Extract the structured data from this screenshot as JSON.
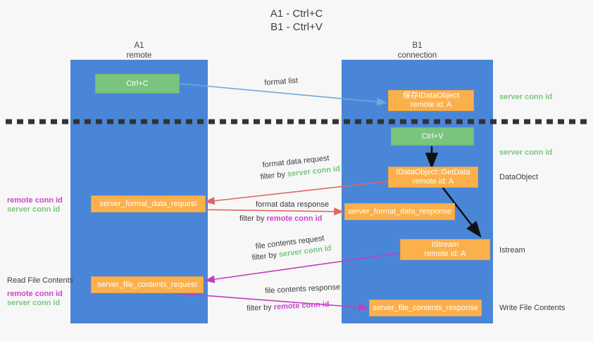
{
  "title": {
    "line1": "A1 - Ctrl+C",
    "line2": "B1 - Ctrl+V"
  },
  "lanes": [
    {
      "name": "A1",
      "sub": "remote"
    },
    {
      "name": "B1",
      "sub": "connection"
    }
  ],
  "colors": {
    "lane": "#4a86d8",
    "green_box": "#7ac47f",
    "orange_box": "#fbb04c",
    "green_text": "#7dc47f",
    "magenta_text": "#cc44cc",
    "blue_arrow": "#6fa8dc",
    "red_arrow": "#e06666",
    "magenta_arrow": "#c03fc0",
    "black_arrow": "#000000",
    "dashed_line": "#333333",
    "background": "#f7f7f7"
  },
  "boxes": {
    "ctrl_c": "Ctrl+C",
    "ctrl_v": "Ctrl+V",
    "save_idataobject_l1": "保存IDataObject",
    "save_idataobject_l2": "remote id: A",
    "getdata_l1": "IDataObject::GetData",
    "getdata_l2": "remote id: A",
    "istream_l1": "IStream",
    "istream_l2": "remote id: A",
    "server_format_data_request": "server_format_data_request",
    "server_format_data_response": "server_format_data_response",
    "server_file_contents_request": "server_file_contents_request",
    "server_file_contents_response": "server_file_contents_response"
  },
  "edge_labels": {
    "format_list": "format list",
    "format_data_request": "format data request",
    "format_data_response": "format data response",
    "file_contents_request": "file contents request",
    "file_contents_response": "file contents response",
    "filter_by": "filter by",
    "server_conn_id": "server conn id",
    "remote_conn_id": "remote conn id"
  },
  "right_labels": {
    "server_conn_id_1": "server conn id",
    "server_conn_id_2": "server conn id",
    "dataobject": "DataObject",
    "istream": "Istream",
    "write_file_contents": "Write File Contents"
  },
  "left_labels": {
    "remote_conn_id_1": "remote conn id",
    "server_conn_id_1": "server conn id",
    "read_file_contents": "Read File Contents",
    "remote_conn_id_2": "remote conn id",
    "server_conn_id_2": "server conn id"
  }
}
